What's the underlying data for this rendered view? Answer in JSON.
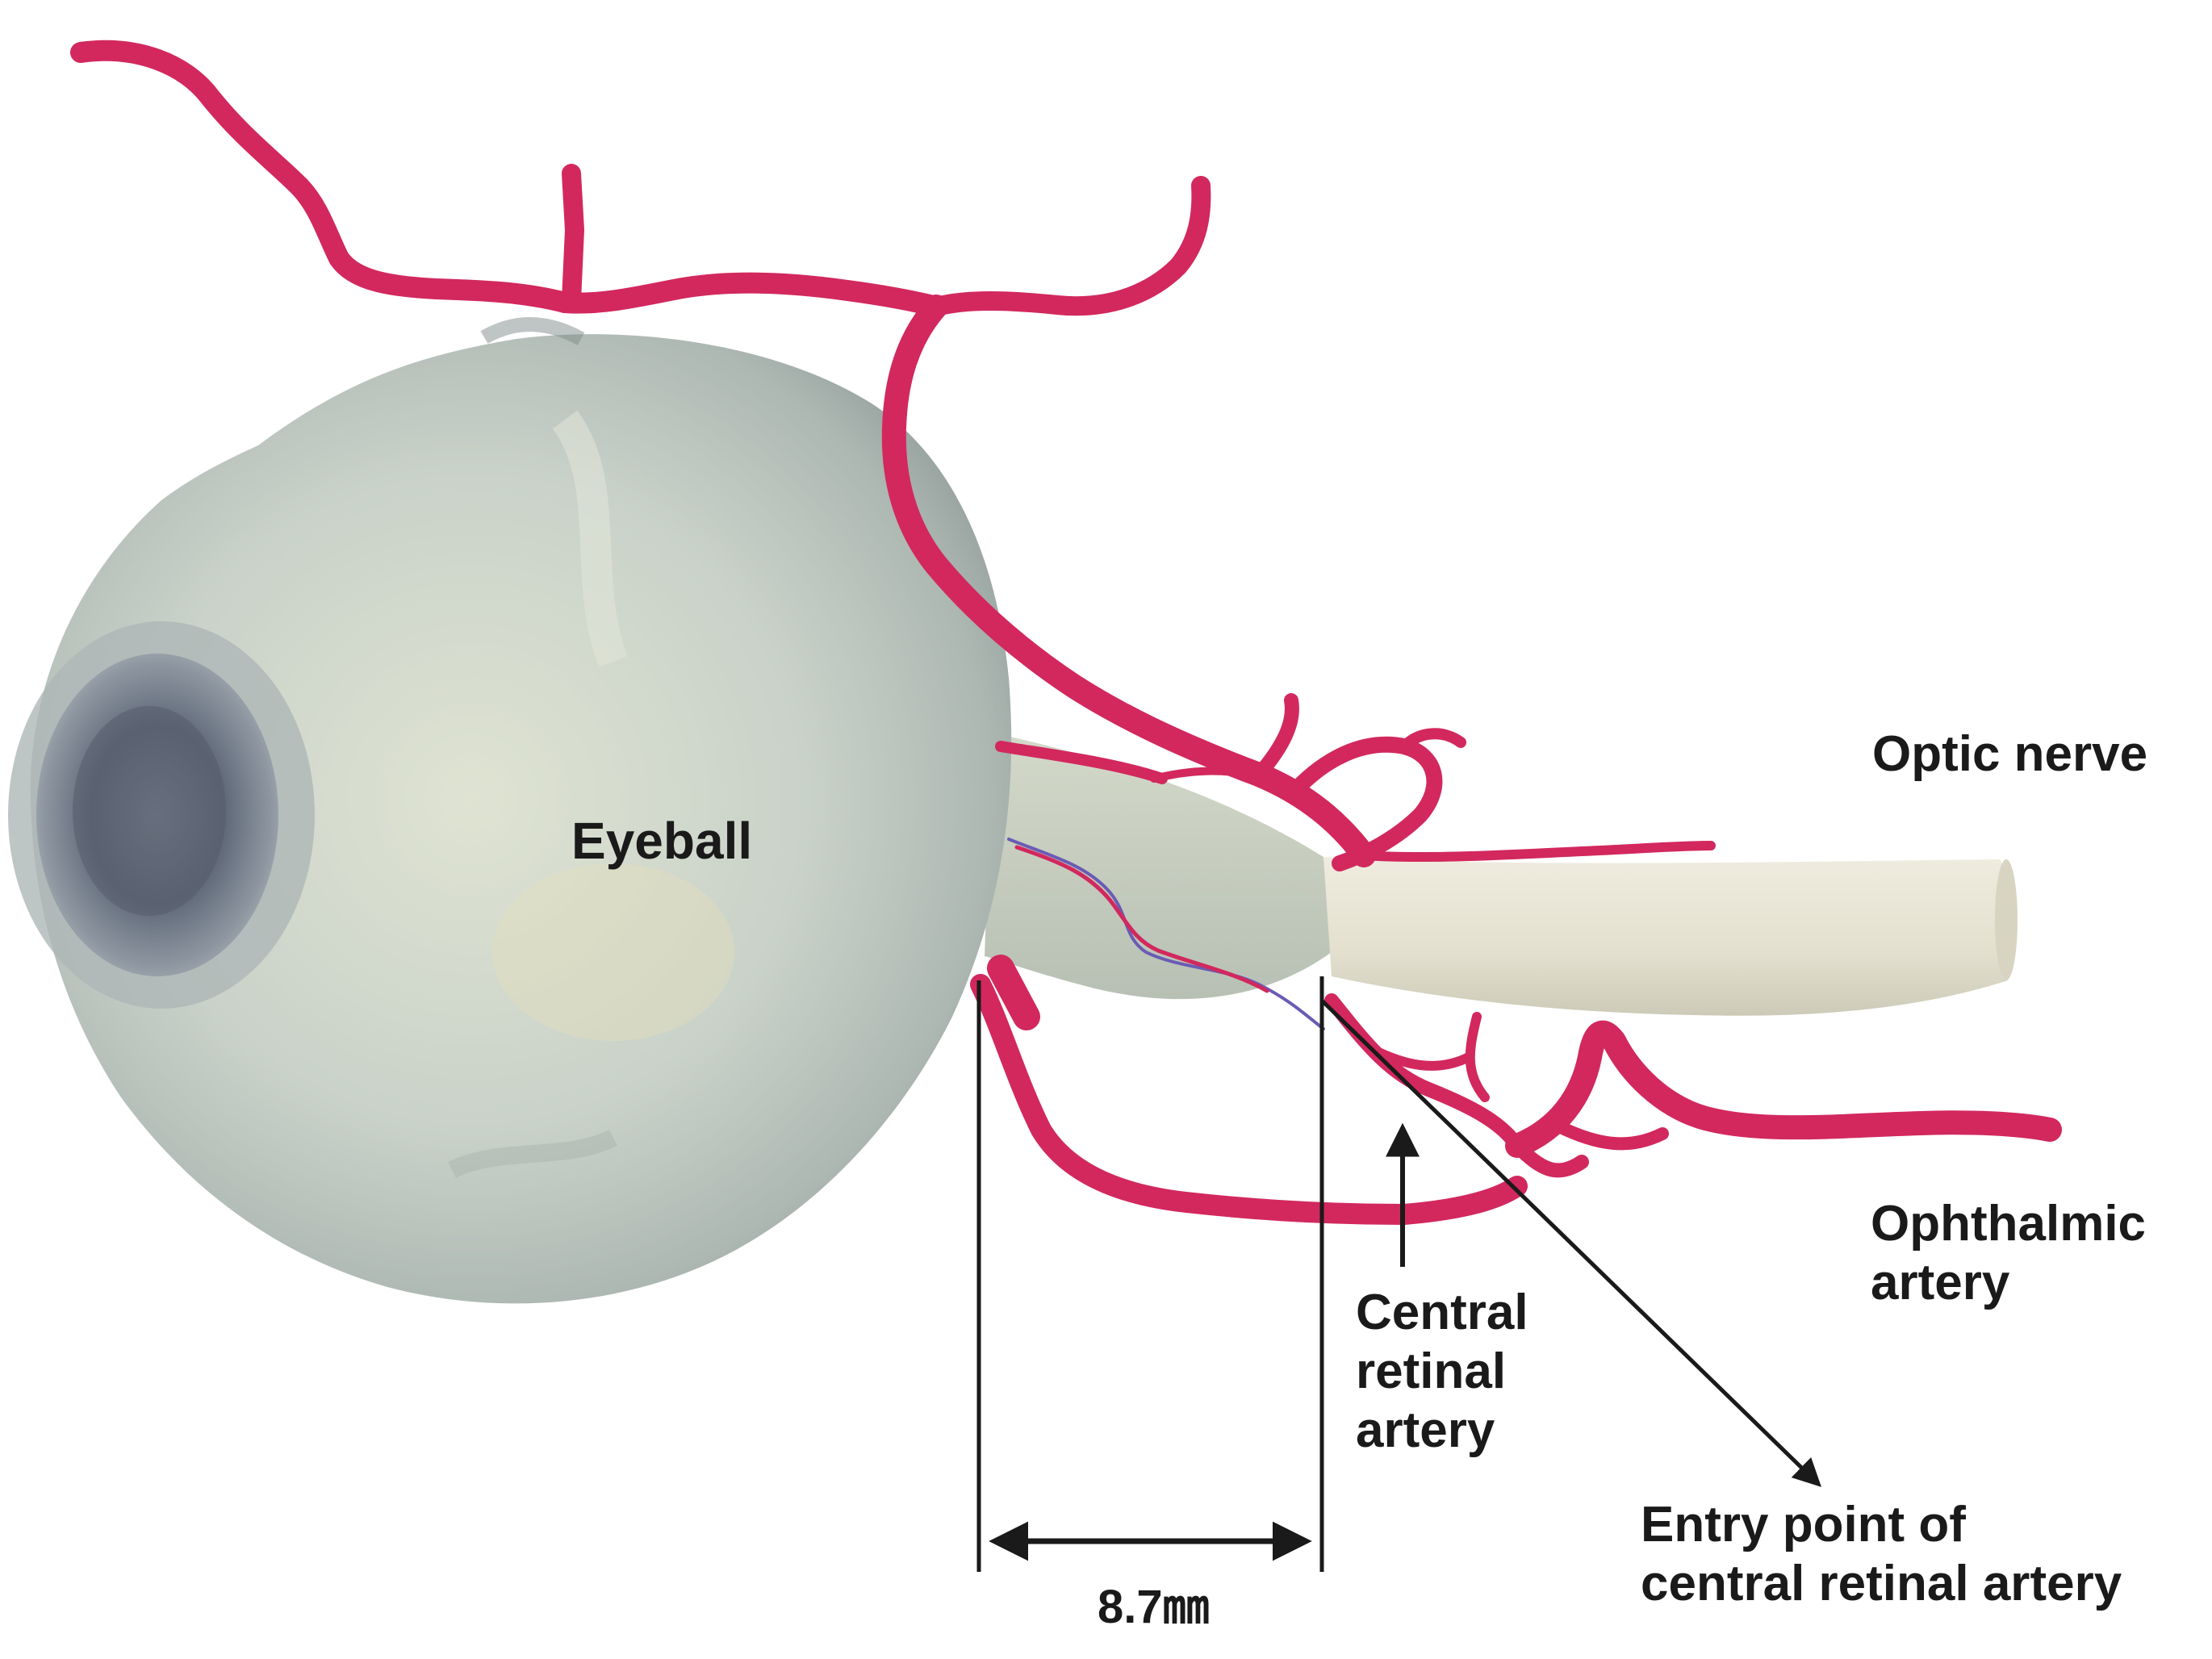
{
  "labels": {
    "eyeball": "Eyeball",
    "optic_nerve": "Optic nerve",
    "ophthalmic_artery": [
      "Ophthalmic",
      "artery"
    ],
    "central_retinal_artery": [
      "Central",
      "retinal",
      "artery"
    ],
    "entry_point": [
      "Entry point of",
      "central retinal artery"
    ],
    "measurement": "8.7㎜"
  },
  "colors": {
    "eyeball": "#c8d0c6",
    "optic_nerve": "#e6e3d4",
    "vessel": "#d2285e",
    "annotation": "#1a1a1a"
  }
}
